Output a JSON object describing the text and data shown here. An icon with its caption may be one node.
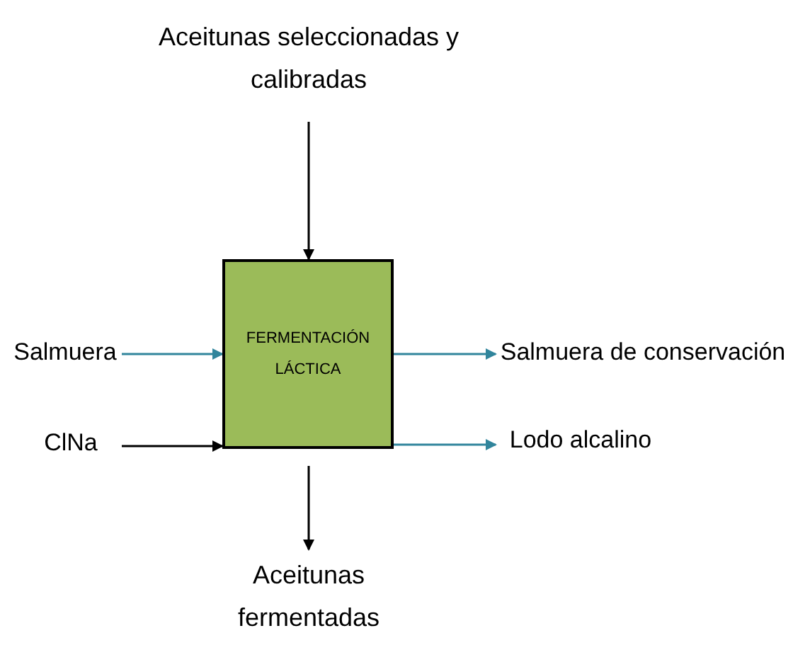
{
  "diagram": {
    "nodes": [
      {
        "text": [
          "Aceitunas seleccionadas y calibradas"
        ]
      },
      {
        "text": [
          "FERMENTACIÓN LÁCTICA"
        ]
      },
      {
        "text": [
          "Salmuera"
        ]
      },
      {
        "text": [
          "ClNa"
        ]
      },
      {
        "text": [
          "Salmuera de conservación"
        ]
      },
      {
        "text": [
          "Lodo alcalino"
        ]
      },
      {
        "text": [
          "Aceitunas fermentadas"
        ]
      }
    ],
    "edges": [
      {
        "from": 0,
        "to": 1,
        "arrow": "to",
        "color": "#000000"
      },
      {
        "from": 2,
        "to": 1,
        "arrow": "to",
        "color": "#31859c"
      },
      {
        "from": 3,
        "to": 1,
        "arrow": "to",
        "color": "#000000"
      },
      {
        "from": 1,
        "to": 4,
        "arrow": "to",
        "color": "#31859c"
      },
      {
        "from": 1,
        "to": 5,
        "arrow": "to",
        "color": "#31859c"
      },
      {
        "from": 1,
        "to": 6,
        "arrow": "to",
        "color": "#000000"
      }
    ]
  }
}
